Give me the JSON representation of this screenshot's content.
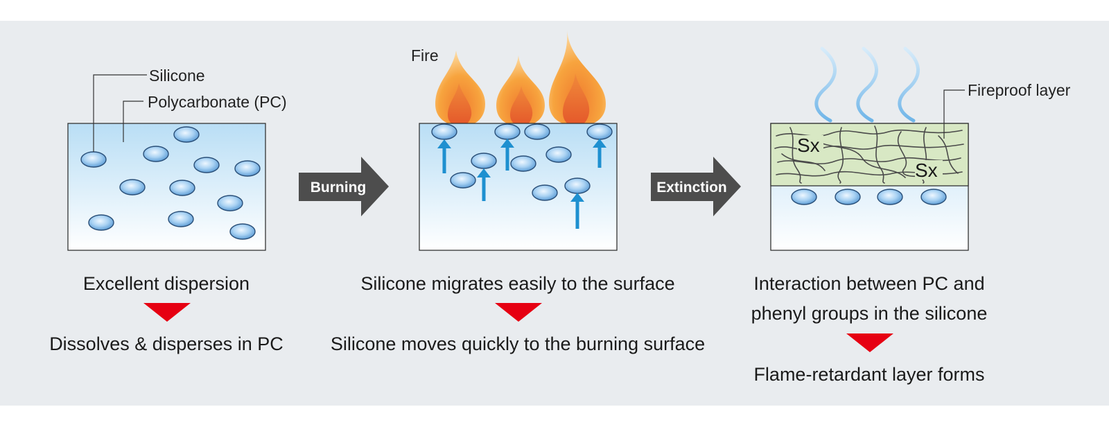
{
  "colors": {
    "background": "#e9ecef",
    "silicone_particle": "#9ec9f0",
    "particle_outline": "#2a4f78",
    "migration_arrow": "#1e90d0",
    "flame_outer": "#f7a23c",
    "flame_inner": "#e8622a",
    "fireproof_layer": "#d8e8c4",
    "smoke": "#8fc6ee",
    "down_triangle": "#e60012",
    "process_arrow": "#4d4d4d"
  },
  "panel1": {
    "silicone_label": "Silicone",
    "pc_label": "Polycarbonate (PC)",
    "caption_top": "Excellent dispersion",
    "caption_bottom": "Dissolves & disperses in PC"
  },
  "arrow1": {
    "label": "Burning"
  },
  "panel2": {
    "fire_label": "Fire",
    "caption_top": "Silicone migrates easily to the surface",
    "caption_bottom": "Silicone moves quickly to the burning surface"
  },
  "arrow2": {
    "label": "Extinction"
  },
  "panel3": {
    "fireproof_label": "Fireproof layer",
    "sx_label_1": "Sx",
    "sx_label_2": "Sx",
    "caption_top_line1": "Interaction between PC and",
    "caption_top_line2": "phenyl groups in the silicone",
    "caption_bottom": "Flame-retardant layer forms"
  }
}
